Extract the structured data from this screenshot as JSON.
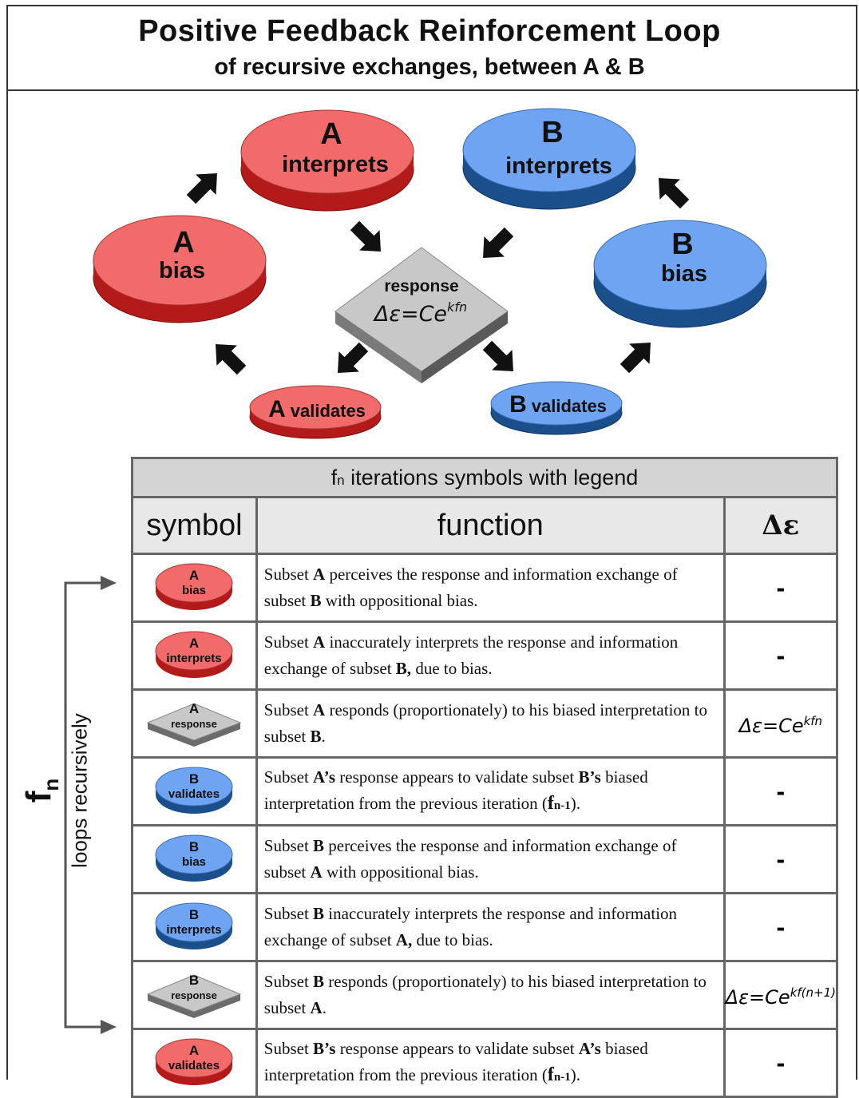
{
  "title": "Positive Feedback Reinforcement Loop",
  "subtitle": "of recursive exchanges, between A & B",
  "colors": {
    "red": "#f26b6b",
    "red_dark": "#b31a1a",
    "blue": "#6ea4f2",
    "blue_dark": "#1b4f8c",
    "gray": "#c8c8c8",
    "gray_dark": "#6b6b6b"
  },
  "diagram": {
    "a_interprets": {
      "letter": "A",
      "label": "interprets"
    },
    "b_interprets": {
      "letter": "B",
      "label": "interprets"
    },
    "a_bias": {
      "letter": "A",
      "label": "bias"
    },
    "b_bias": {
      "letter": "B",
      "label": "bias"
    },
    "response": {
      "label": "response",
      "formula": "Δε=Ce",
      "exponent": "kfn"
    },
    "a_validates": {
      "letter": "A",
      "label": "validates"
    },
    "b_validates": {
      "letter": "B",
      "label": "validates"
    }
  },
  "legend": {
    "caption_f": "f",
    "caption_sub": "n",
    "caption_rest": " iterations symbols with legend",
    "col_symbol": "symbol",
    "col_function": "function",
    "col_delta": "Δε",
    "rows": [
      {
        "sym_letter": "A",
        "sym_label": "bias",
        "sym_kind": "disc-red",
        "delta": "-"
      },
      {
        "sym_letter": "A",
        "sym_label": "interprets",
        "sym_kind": "disc-red",
        "delta": "-"
      },
      {
        "sym_letter": "A",
        "sym_label": "response",
        "sym_kind": "diamond",
        "delta_eq": "Δε=Ce",
        "delta_exp": "kfn"
      },
      {
        "sym_letter": "B",
        "sym_label": "validates",
        "sym_kind": "disc-blue",
        "delta": "-"
      },
      {
        "sym_letter": "B",
        "sym_label": "bias",
        "sym_kind": "disc-blue",
        "delta": "-"
      },
      {
        "sym_letter": "B",
        "sym_label": "interprets",
        "sym_kind": "disc-blue",
        "delta": "-"
      },
      {
        "sym_letter": "B",
        "sym_label": "response",
        "sym_kind": "diamond",
        "delta_eq": "Δε=Ce",
        "delta_exp": "kf(n+1)"
      },
      {
        "sym_letter": "A",
        "sym_label": "validates",
        "sym_kind": "disc-red",
        "delta": "-"
      }
    ],
    "functions": {
      "r1": [
        "Subset ",
        "A",
        " perceives the response and information exchange of subset ",
        "B",
        " with oppositional bias."
      ],
      "r2": [
        "Subset ",
        "A",
        " inaccurately interprets the response and information exchange of subset ",
        "B,",
        " due to bias."
      ],
      "r3": [
        "Subset ",
        "A",
        " responds (proportionately) to his biased interpretation to subset ",
        "B",
        "."
      ],
      "r4": [
        "Subset ",
        "A’s",
        " response appears to validate  subset ",
        "B’s",
        " biased interpretation from the previous iteration (",
        "f",
        "n-1",
        ")."
      ],
      "r5": [
        "Subset ",
        "B",
        " perceives the response and information exchange of subset ",
        "A",
        " with oppositional bias."
      ],
      "r6": [
        "Subset ",
        "B",
        " inaccurately interprets the response and information exchange of subset ",
        "A,",
        " due to bias."
      ],
      "r7": [
        "Subset ",
        "B",
        " responds (proportionately) to his biased interpretation to subset ",
        "A",
        "."
      ],
      "r8": [
        "Subset ",
        "B’s",
        " response appears to validate  subset ",
        "A’s",
        " biased interpretation from the previous iteration (",
        "f",
        "n-1",
        ")."
      ]
    }
  },
  "loop": {
    "fn_main": "f",
    "fn_sub": "n",
    "label": "loops recursively"
  }
}
